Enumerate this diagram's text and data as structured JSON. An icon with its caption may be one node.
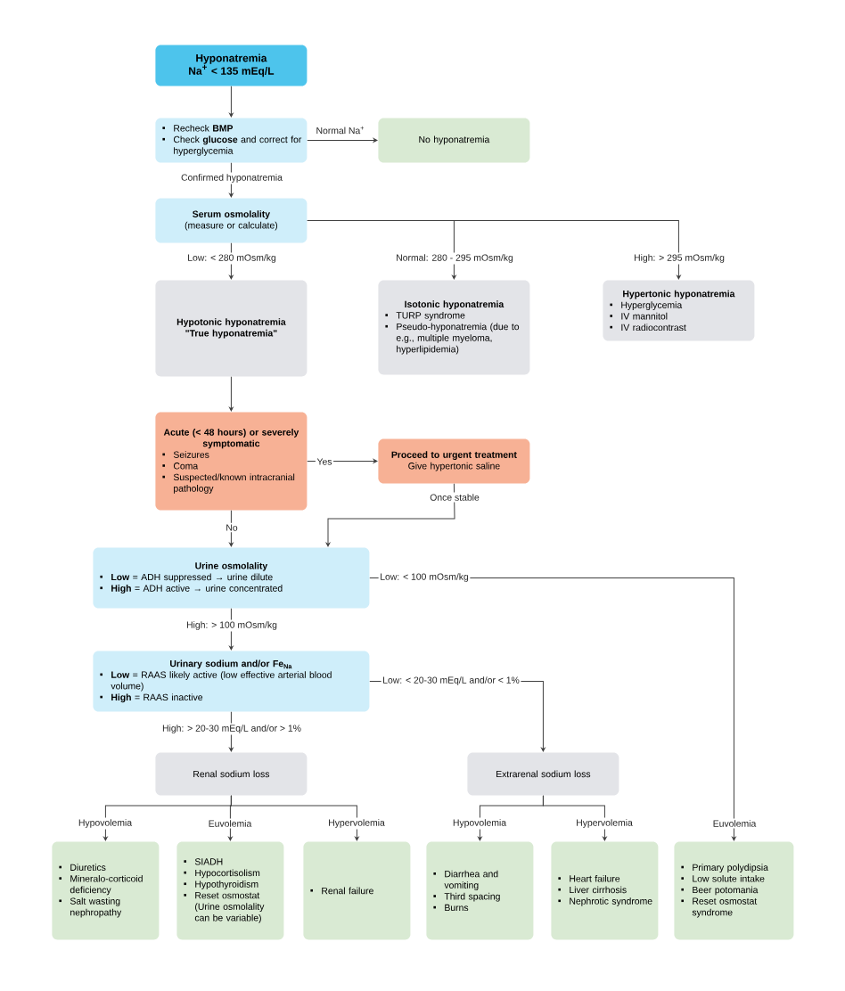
{
  "diagram": {
    "nodes": [
      {
        "text": [
          "Hyponatremia",
          "Na$^{+}$ < 135 mEq/L"
        ]
      },
      {
        "text": [
          "Recheck **BMP**",
          "Check **glucose** and correct for hyperglycemia"
        ]
      },
      {
        "text": [
          "No hyponatremia"
        ]
      },
      {
        "text": [
          "Serum osmolality",
          "(measure or calculate)"
        ]
      },
      {
        "text": [
          "Hypotonic hyponatremia",
          "\"True hyponatremia\""
        ]
      },
      {
        "text": [
          "Isotonic hyponatremia",
          "TURP syndrome",
          "Pseudo-hyponatremia (due to e.g., multiple myeloma, hyperlipidemia)"
        ]
      },
      {
        "text": [
          "Hypertonic hyponatremia",
          "Hyperglycemia",
          "IV mannitol",
          "IV radiocontrast"
        ]
      },
      {
        "text": [
          "Acute (< 48 hours) or severely symptomatic",
          "Seizures",
          "Coma",
          "Suspected/known intracranial pathology"
        ]
      },
      {
        "text": [
          "Proceed to urgent treatment",
          "Give hypertonic saline"
        ]
      },
      {
        "text": [
          "Urine osmolality",
          "**Low** = ADH suppressed → urine dilute",
          "**High** = ADH active → urine concentrated"
        ]
      },
      {
        "text": [
          "Urinary sodium and/or Fe$_{Na}$",
          "**Low** = RAAS likely active (low effective arterial blood volume)",
          "**High** = RAAS inactive"
        ]
      },
      {
        "text": [
          "Renal sodium loss"
        ]
      },
      {
        "text": [
          "Extrarenal sodium loss"
        ]
      },
      {
        "text": [
          "Diuretics",
          "Mineralo-corticoid deficiency",
          "Salt wasting nephropathy"
        ]
      },
      {
        "text": [
          "SIADH",
          "Hypocortisolism",
          "Hypothyroidism",
          "Reset osmostat (Urine osmolality can be variable)"
        ]
      },
      {
        "text": [
          "Renal failure"
        ]
      },
      {
        "text": [
          "Diarrhea and vomiting",
          "Third spacing",
          "Burns"
        ]
      },
      {
        "text": [
          "Heart failure",
          "Liver cirrhosis",
          "Nephrotic syndrome"
        ]
      },
      {
        "text": [
          "Primary polydipsia",
          "Low solute intake",
          "Beer potomania",
          "Reset osmostat syndrome"
        ]
      }
    ],
    "edges": [
      {
        "from": 0,
        "to": 1,
        "arrow": "to"
      },
      {
        "from": 1,
        "to": 2,
        "arrow": "to",
        "label": "Normal Na$^{+}$"
      },
      {
        "from": 1,
        "to": 3,
        "arrow": "to",
        "label": "Confirmed hyponatremia"
      },
      {
        "from": 3,
        "to": 4,
        "arrow": "to",
        "label": "Low: < 280 mOsm/kg"
      },
      {
        "from": 3,
        "to": 5,
        "arrow": "to",
        "label": "Normal: 280 - 295 mOsm/kg"
      },
      {
        "from": 3,
        "to": 6,
        "arrow": "to",
        "label": "High: > 295 mOsm/kg"
      },
      {
        "from": 4,
        "to": 7,
        "arrow": "to"
      },
      {
        "from": 7,
        "to": 8,
        "arrow": "to",
        "label": "Yes"
      },
      {
        "from": 7,
        "to": 9,
        "arrow": "to",
        "label": "No"
      },
      {
        "from": 8,
        "to": 9,
        "arrow": "to",
        "label": "Once stable"
      },
      {
        "from": 9,
        "to": 10,
        "arrow": "to",
        "label": "High: > 100 mOsm/kg"
      },
      {
        "from": 9,
        "to": 18,
        "arrow": "to",
        "label": "Low: < 100 mOsm/kg"
      },
      {
        "from": 10,
        "to": 11,
        "arrow": "to",
        "label": "High: > 20-30 mEq/L and/or > 1%"
      },
      {
        "from": 10,
        "to": 12,
        "arrow": "to",
        "label": "Low: < 20-30 mEq/L and/or < 1%"
      },
      {
        "from": 11,
        "to": 13,
        "arrow": "to",
        "label": "Hypovolemia"
      },
      {
        "from": 11,
        "to": 14,
        "arrow": "to",
        "label": "Euvolemia"
      },
      {
        "from": 11,
        "to": 15,
        "arrow": "to",
        "label": "Hypervolemia"
      },
      {
        "from": 12,
        "to": 16,
        "arrow": "to",
        "label": "Hypovolemia"
      },
      {
        "from": 12,
        "to": 17,
        "arrow": "to",
        "label": "Hypervolemia"
      }
    ],
    "labels": [
      "Euvolemia"
    ]
  }
}
